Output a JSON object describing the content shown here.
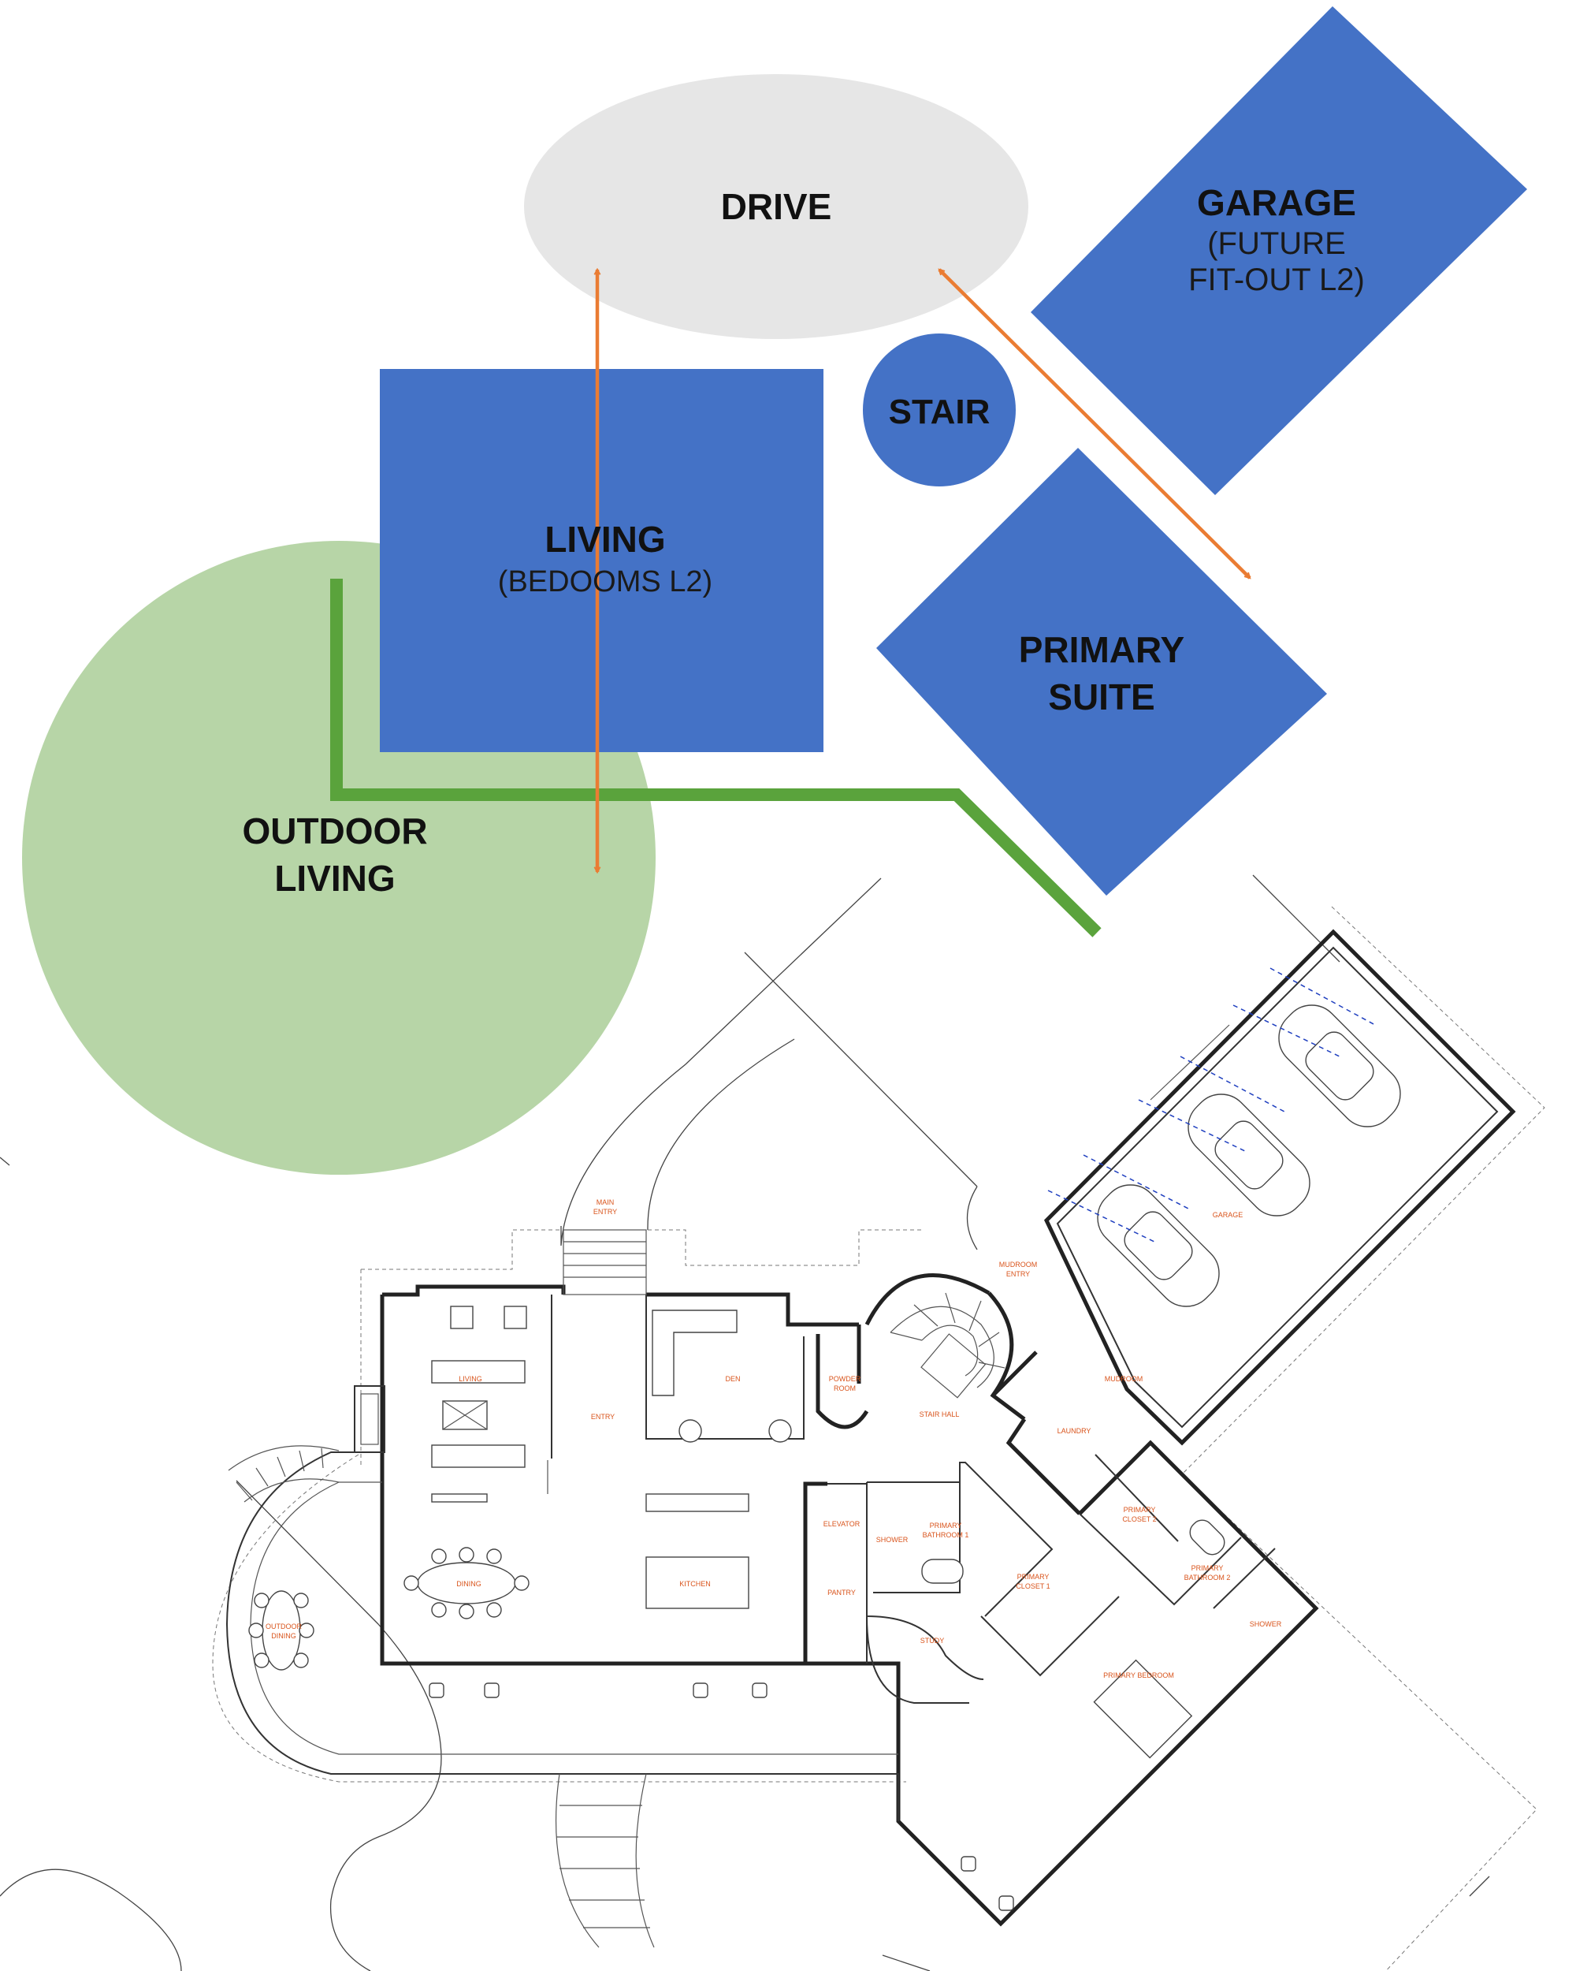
{
  "colors": {
    "zone_blue": "#4472c6",
    "outdoor_green": "#b7d5a7",
    "path_green": "#5aa33c",
    "drive_grey": "#e6e6e6",
    "arrow_orange": "#ea7c33",
    "room_label_orange": "#d9541c"
  },
  "zones": {
    "drive": {
      "title": "DRIVE"
    },
    "garage": {
      "title": "GARAGE",
      "subtitle_line1": "(FUTURE",
      "subtitle_line2": "FIT-OUT L2)"
    },
    "stair": {
      "title": "STAIR"
    },
    "living": {
      "title": "LIVING",
      "subtitle": "(BEDOOMS L2)"
    },
    "primary_suite": {
      "title_line1": "PRIMARY",
      "title_line2": "SUITE"
    },
    "outdoor_living": {
      "title_line1": "OUTDOOR",
      "title_line2": "LIVING"
    }
  },
  "floor_plan": {
    "rooms": {
      "main_entry_1": "MAIN",
      "main_entry_2": "ENTRY",
      "garage": "GARAGE",
      "mudroom_entry_1": "MUDROOM",
      "mudroom_entry_2": "ENTRY",
      "living": "LIVING",
      "entry": "ENTRY",
      "den": "DEN",
      "powder_room_1": "POWDER",
      "powder_room_2": "ROOM",
      "stair_hall": "STAIR HALL",
      "mudroom": "MUDROOM",
      "laundry": "LAUNDRY",
      "primary_closet_2_1": "PRIMARY",
      "primary_closet_2_2": "CLOSET 2",
      "elevator": "ELEVATOR",
      "shower_1": "SHOWER",
      "primary_bathroom_1_1": "PRIMARY",
      "primary_bathroom_1_2": "BATHROOM 1",
      "primary_bathroom_2_1": "PRIMARY",
      "primary_bathroom_2_2": "BATHROOM 2",
      "dining": "DINING",
      "kitchen": "KITCHEN",
      "primary_closet_1_1": "PRIMARY",
      "primary_closet_1_2": "CLOSET 1",
      "pantry": "PANTRY",
      "shower_2": "SHOWER",
      "outdoor_dining_1": "OUTDOOR",
      "outdoor_dining_2": "DINING",
      "study": "STUDY",
      "primary_bedroom": "PRIMARY BEDROOM"
    }
  }
}
